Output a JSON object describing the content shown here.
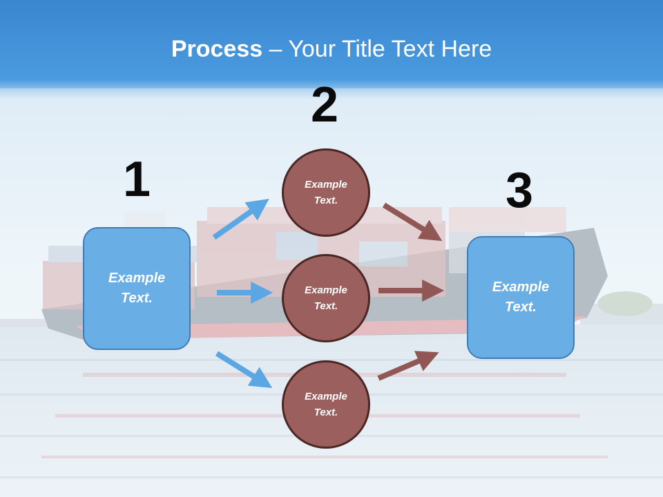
{
  "title": {
    "bold": "Process",
    "rest": " – Your Title Text Here"
  },
  "steps": [
    {
      "number": "1",
      "text": "Example Text."
    },
    {
      "number": "2",
      "nodes": [
        "Example Text.",
        "Example Text.",
        "Example Text."
      ]
    },
    {
      "number": "3",
      "text": "Example Text."
    }
  ],
  "colors": {
    "box_fill": "#6aaee6",
    "circle_fill": "#9b5f5d",
    "blue_arrow": "#5ba7e4",
    "red_arrow": "#915754",
    "header": "#4a94d8"
  }
}
